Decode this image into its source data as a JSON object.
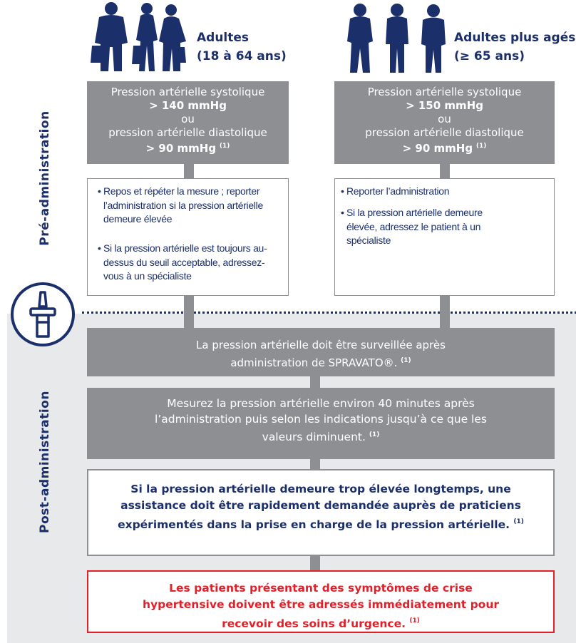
{
  "colors": {
    "navy": "#1b2f6b",
    "grey": "#8d8f92",
    "light_grey": "#e8e9eb",
    "red": "#e3202a"
  },
  "labels": {
    "pre": "Pré-administration",
    "post": "Post-administration"
  },
  "groups": {
    "adults": {
      "title": "Adultes",
      "range": "(18 à 64 ans)"
    },
    "seniors": {
      "title": "Adultes plus agés",
      "range": "(≥ 65 ans)"
    }
  },
  "thresholds": {
    "adults": {
      "systolic_label": "Pression artérielle systolique",
      "systolic_value": "> 140 mmHg",
      "or": "ou",
      "diastolic_label": "pression artérielle diastolique",
      "diastolic_value": "> 90 mmHg",
      "ref": "(1)"
    },
    "seniors": {
      "systolic_label": "Pression artérielle systolique",
      "systolic_value": "> 150 mmHg",
      "or": "ou",
      "diastolic_label": "pression artérielle diastolique",
      "diastolic_value": "> 90 mmHg",
      "ref": "(1)"
    }
  },
  "actions": {
    "adults": [
      "Repos et répéter la mesure ; reporter l’administration si la pression artérielle demeure élevée",
      "Si la pression artérielle est toujours au-dessus du seuil acceptable, adressez-vous à un spécialiste"
    ],
    "seniors": [
      "Reporter l’administration",
      "Si la pression artérielle demeure élevée, adressez le patient à un spécialiste"
    ]
  },
  "post": {
    "monitor": "La pression artérielle doit être surveillée après administration de SPRAVATO®.",
    "monitor_ref": "(1)",
    "measure": "Mesurez la pression artérielle environ 40 minutes après l’administration puis selon les indications jusqu’à ce que les valeurs diminuent.",
    "measure_ref": "(1)",
    "elevated": "Si la pression artérielle demeure trop élevée longtemps, une assistance doit être rapidement demandée auprès de praticiens expérimentés dans la prise en charge de la pression artérielle.",
    "elevated_ref": "(1)",
    "crisis": "Les patients présentant des symptômes de crise hypertensive doivent être adressés immédiatement pour recevoir des soins d’urgence.",
    "crisis_ref": "(1)"
  }
}
